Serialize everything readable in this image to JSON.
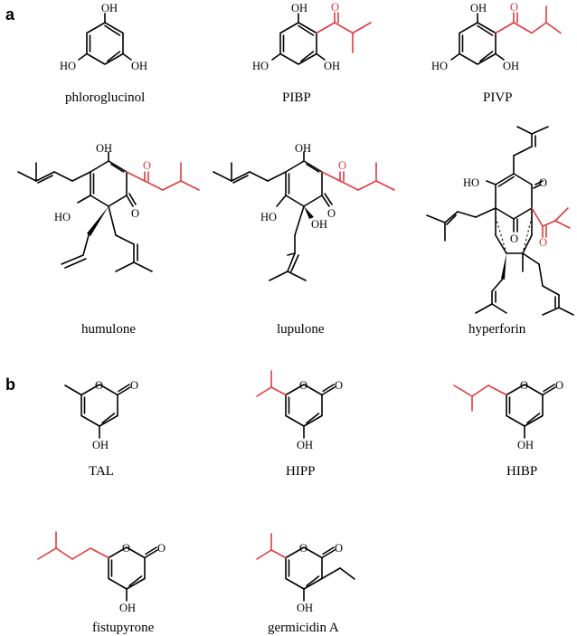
{
  "panels": {
    "a": {
      "label": "a"
    },
    "b": {
      "label": "b"
    }
  },
  "compounds": {
    "phloroglucinol": "phloroglucinol",
    "pibp": "PIBP",
    "pivp": "PIVP",
    "humulone": "humulone",
    "lupulone": "lupulone",
    "hyperforin": "hyperforin",
    "tal": "TAL",
    "hipp": "HIPP",
    "hibp": "HIBP",
    "fistupyrone": "fistupyrone",
    "germicidin_a": "germicidin A"
  },
  "atoms": {
    "oh": "OH",
    "ho": "HO",
    "o": "O"
  },
  "colors": {
    "ink": "#000000",
    "highlight": "#e0393e",
    "background": "#ffffff"
  }
}
